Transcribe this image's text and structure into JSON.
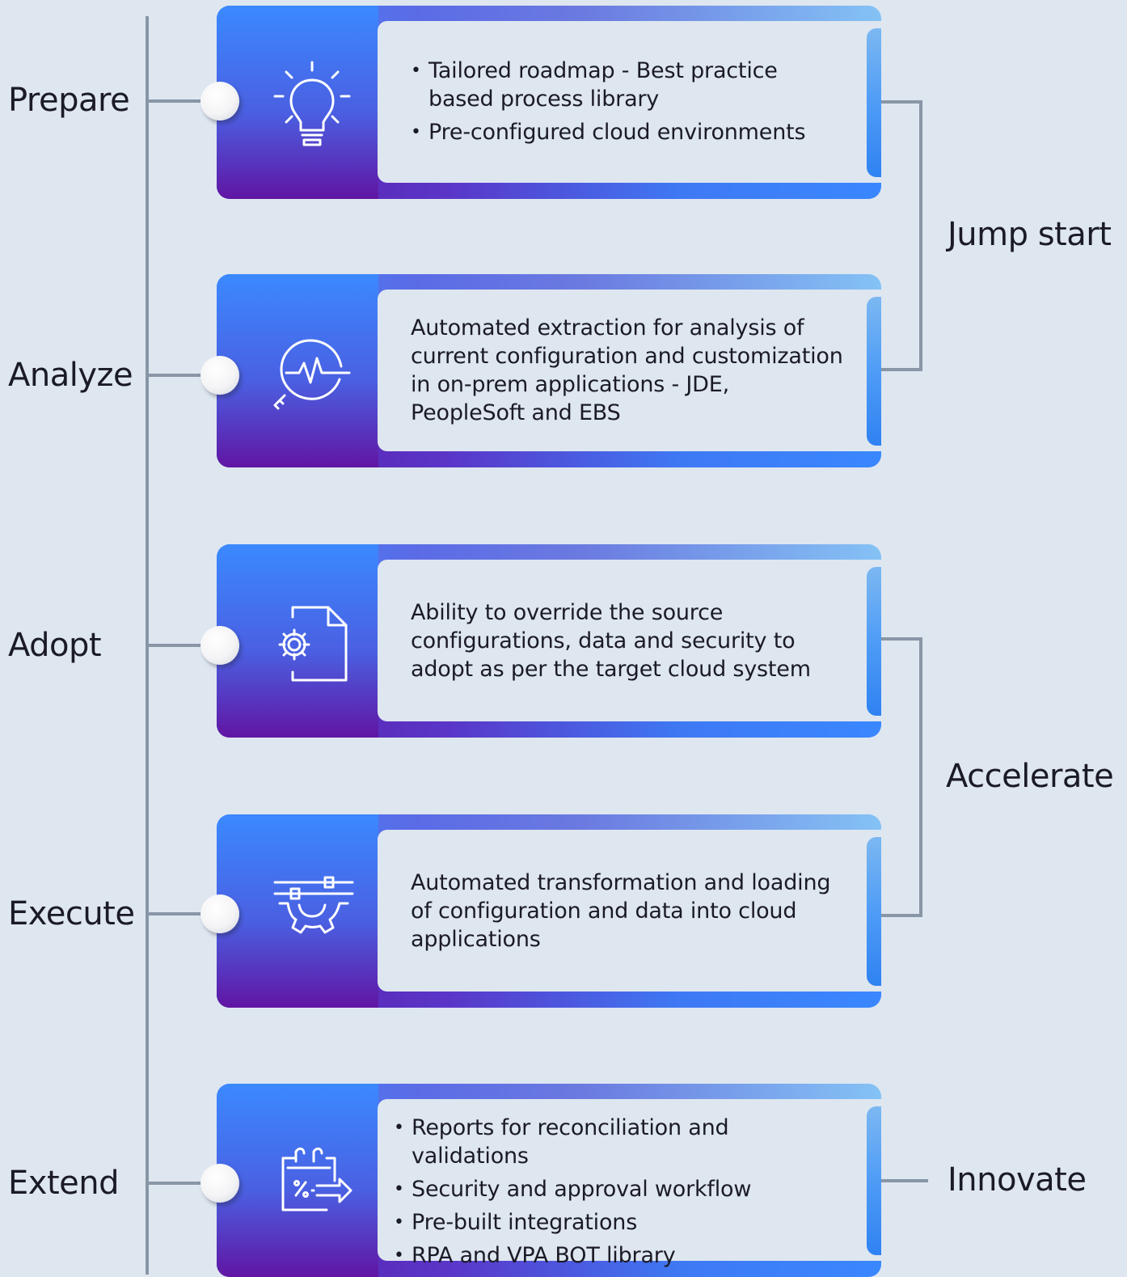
{
  "colors": {
    "background": "#dee6f0",
    "connector": "#8896a6",
    "card_blue": "#3a87ff",
    "card_purple": "#6115a3",
    "text": "#1b1b25"
  },
  "phases": [
    {
      "label": "Prepare",
      "icon": "lightbulb-icon",
      "bullets": [
        "Tailored roadmap - Best practice based process library",
        "Pre-configured cloud environments"
      ]
    },
    {
      "label": "Analyze",
      "icon": "analysis-pulse-icon",
      "text": "Automated extraction for analysis of current configuration and customization in on-prem applications - JDE, PeopleSoft and EBS"
    },
    {
      "label": "Adopt",
      "icon": "document-gear-icon",
      "text": "Ability to override the source configurations, data and security to adopt as per the target cloud system"
    },
    {
      "label": "Execute",
      "icon": "gear-settings-icon",
      "text": "Automated transformation and loading of configuration and data into cloud applications"
    },
    {
      "label": "Extend",
      "icon": "calendar-percent-arrow-icon",
      "bullets": [
        "Reports for reconciliation and validations",
        "Security and approval workflow",
        "Pre-built integrations",
        "RPA and VPA BOT library"
      ]
    }
  ],
  "groups": [
    {
      "label": "Jump start"
    },
    {
      "label": "Accelerate"
    },
    {
      "label": "Innovate"
    }
  ]
}
